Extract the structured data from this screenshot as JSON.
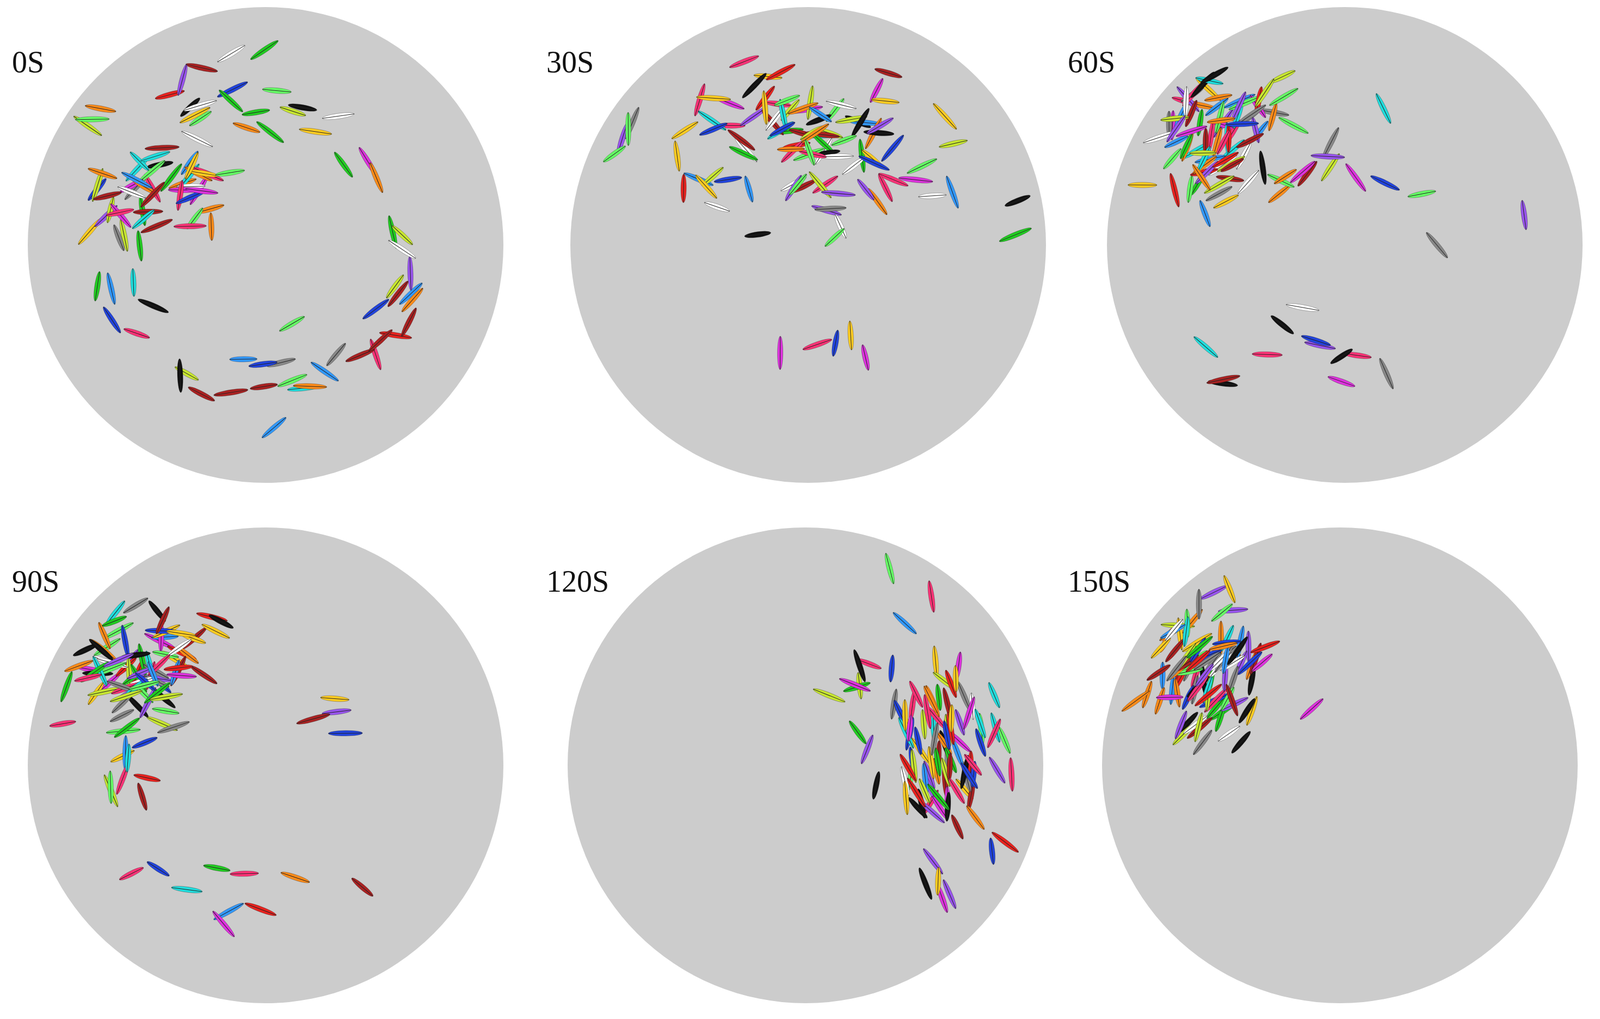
{
  "diagram": {
    "labels": [
      "0S",
      "30S",
      "60S",
      "90S",
      "120S",
      "150S"
    ]
  }
}
